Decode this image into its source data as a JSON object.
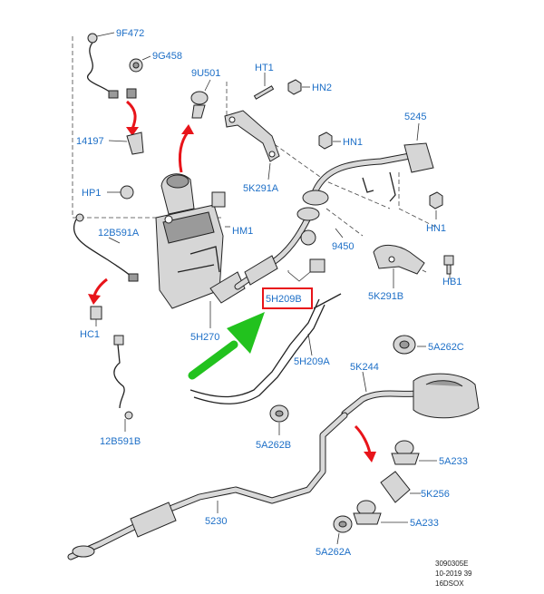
{
  "diagram": {
    "labels": {
      "p9F472": "9F472",
      "p9G458": "9G458",
      "p9U501": "9U501",
      "pHT1": "HT1",
      "pHN2": "HN2",
      "p14197": "14197",
      "p5245": "5245",
      "pHN1a": "HN1",
      "pHP1": "HP1",
      "p5K291A": "5K291A",
      "pHM1": "HM1",
      "p12B591A": "12B591A",
      "p9450": "9450",
      "pHN1b": "HN1",
      "pHB1": "HB1",
      "p5K291B": "5K291B",
      "p5H209B": "5H209B",
      "pHC1": "HC1",
      "p5H270": "5H270",
      "p5A262C": "5A262C",
      "p5H209A": "5H209A",
      "p5K244": "5K244",
      "p12B591B": "12B591B",
      "p5A262B": "5A262B",
      "p5A233a": "5A233",
      "p5K256": "5K256",
      "p5230": "5230",
      "p5A233b": "5A233",
      "p5A262A": "5A262A"
    },
    "reference": {
      "code": "3090305E",
      "date": "10-2019 39",
      "engine": "16DSOX"
    },
    "colors": {
      "label": "#1d6fc7",
      "highlight_box": "#e8141a",
      "green_arrow": "#22c21e",
      "red_arrow": "#e8141a"
    }
  }
}
